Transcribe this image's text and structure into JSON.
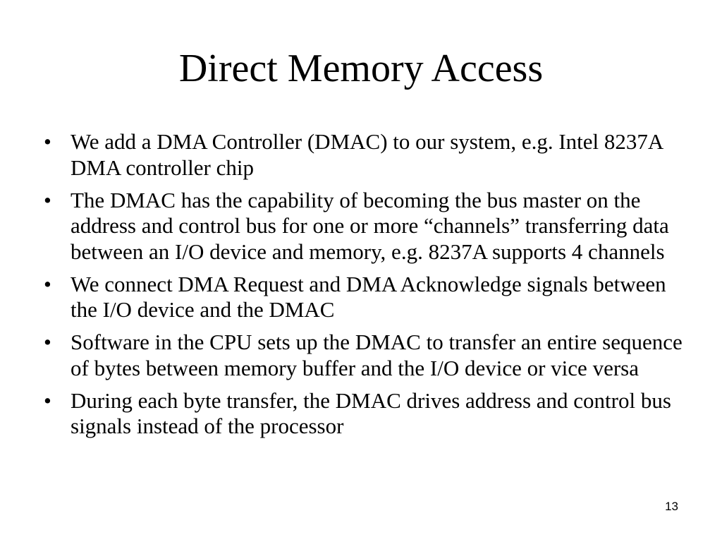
{
  "slide": {
    "title": "Direct Memory Access",
    "bullet_glyph": "•",
    "bullets": [
      "We add a DMA Controller (DMAC) to our system, e.g. Intel 8237A DMA controller chip",
      "The DMAC has the capability of becoming the bus master on the address and control bus for one or more “channels” transferring data between an I/O device and memory, e.g. 8237A supports 4 channels",
      "We connect DMA Request and DMA Acknowledge signals between the I/O device and the DMAC",
      "Software in the CPU sets up the DMAC to transfer an entire sequence of bytes between memory buffer and the I/O device or vice versa",
      "During each byte transfer, the DMAC drives address and control bus signals instead of the processor"
    ],
    "page_number": "13"
  }
}
